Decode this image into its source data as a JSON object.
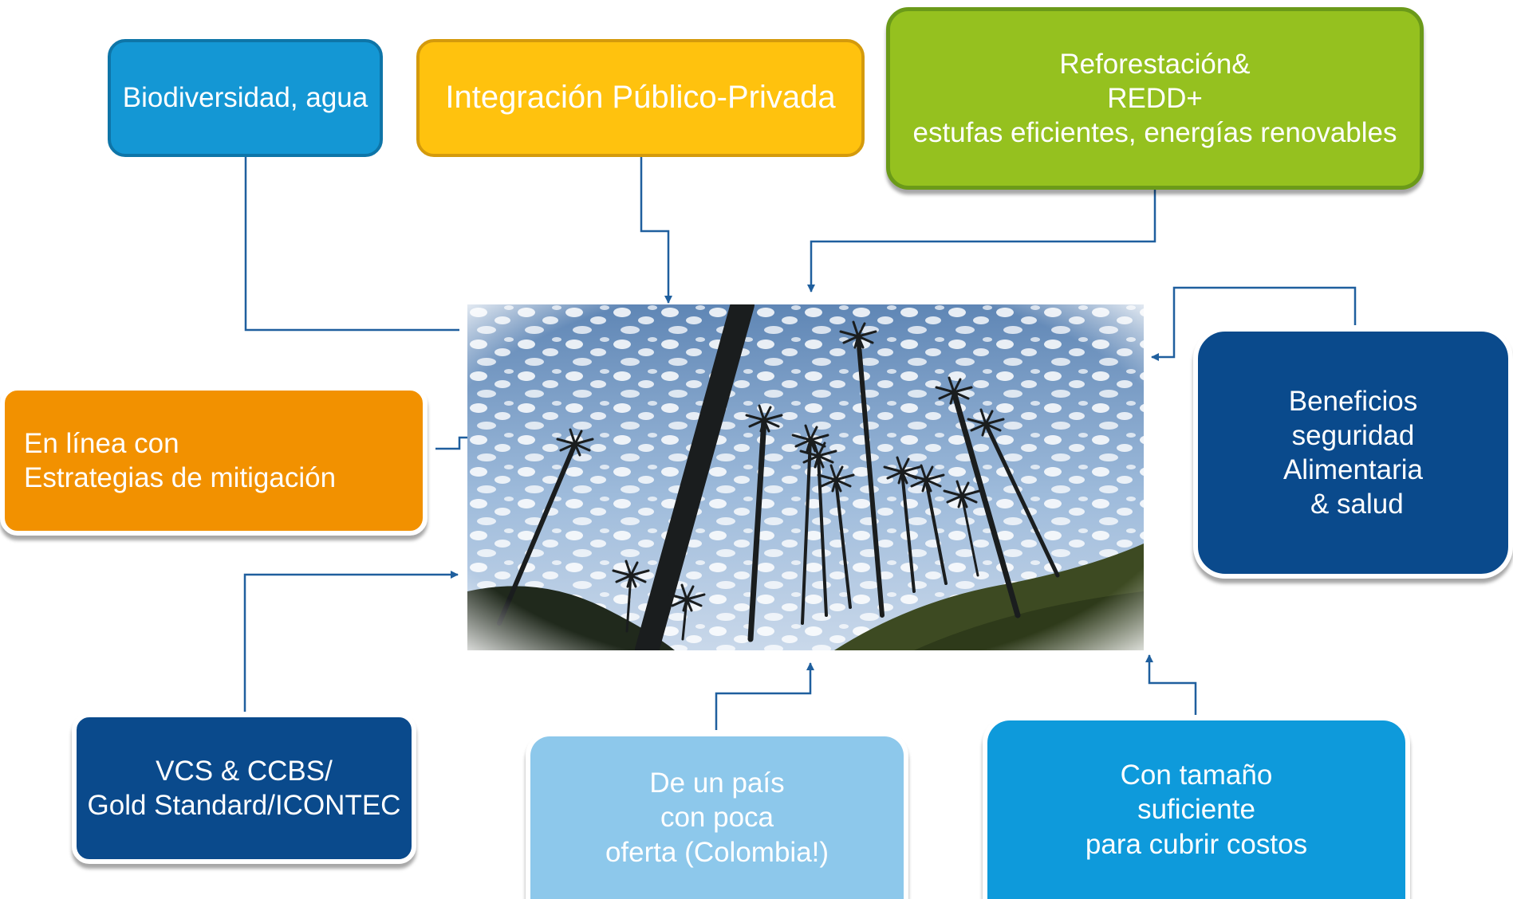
{
  "boxes": {
    "biodiversidad": [
      "Biodiversidad, agua"
    ],
    "integracion": [
      "Integración Público-Privada"
    ],
    "reforestacion": [
      "Reforestación&",
      "REDD+",
      "estufas eficientes, energías renovables"
    ],
    "en_linea": [
      "En línea con",
      "Estrategias de mitigación"
    ],
    "beneficios": [
      "Beneficios",
      "seguridad",
      "Alimentaria",
      " & salud"
    ],
    "vcs": [
      "VCS & CCBS/",
      "Gold Standard/ICONTEC"
    ],
    "pais": [
      "De un país",
      "con poca",
      "oferta (Colombia!)"
    ],
    "tamano": [
      "Con tamaño",
      "suficiente",
      "para cubrir costos"
    ]
  },
  "colors": {
    "biodiversidad": "#1497D4",
    "integracion": "#FFC20E",
    "reforestacion": "#95C11F",
    "en_linea": "#F29100",
    "beneficios": "#0A4A8C",
    "vcs": "#0A4A8C",
    "pais": "#8DC8EB",
    "tamano": "#0E9ADB",
    "connector": "#1F5F9E"
  },
  "image": {
    "subject": "wax palms under a cloudy blue sky"
  }
}
